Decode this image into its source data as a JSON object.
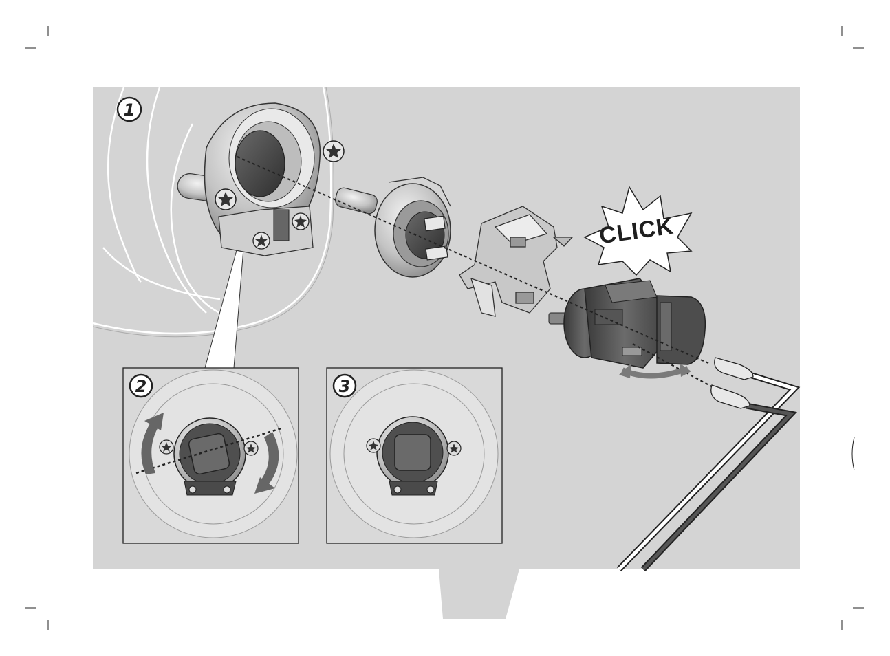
{
  "colors": {
    "background": "#d4d4d4",
    "panel": "#d9d9d9",
    "outline": "#222222",
    "dark_part": "#4a4a4a",
    "metal": "#b9b9b9",
    "arrow": "#6f6f6f",
    "white": "#ffffff"
  },
  "callout": {
    "text": "CLICK"
  },
  "steps": [
    {
      "number": "1"
    },
    {
      "number": "2"
    },
    {
      "number": "3"
    }
  ],
  "icons": [
    "screw-icon",
    "rotate-arrow-icon",
    "connector-icon",
    "bulb-icon"
  ]
}
